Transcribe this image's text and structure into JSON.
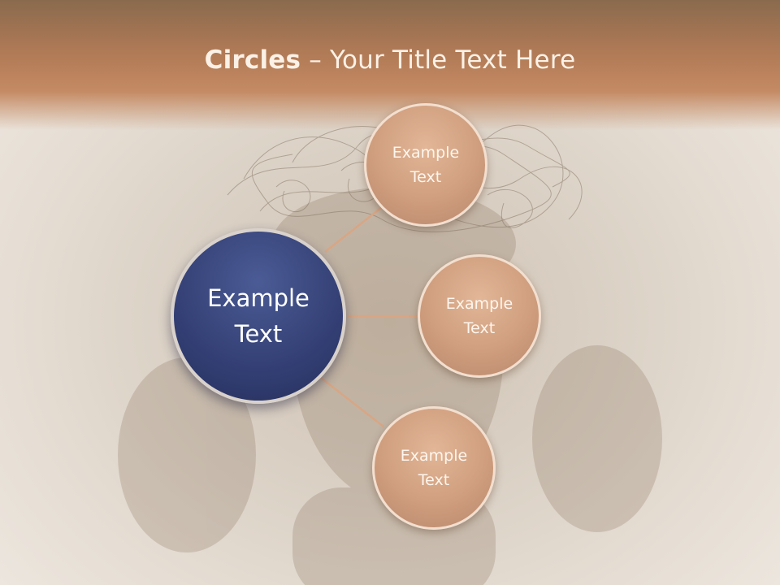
{
  "slide": {
    "title_bold": "Circles",
    "title_rest": " – Your Title Text Here"
  },
  "diagram": {
    "center": {
      "label": "Example\nText",
      "color": "#333f74"
    },
    "nodes": [
      {
        "label": "Example\nText"
      },
      {
        "label": "Example\nText"
      },
      {
        "label": "Example\nText"
      }
    ],
    "node_color": "#cf9e7e",
    "connector_color": "#d8a684"
  },
  "colors": {
    "header": "#c48a63",
    "title_text": "#fbf1e6"
  }
}
